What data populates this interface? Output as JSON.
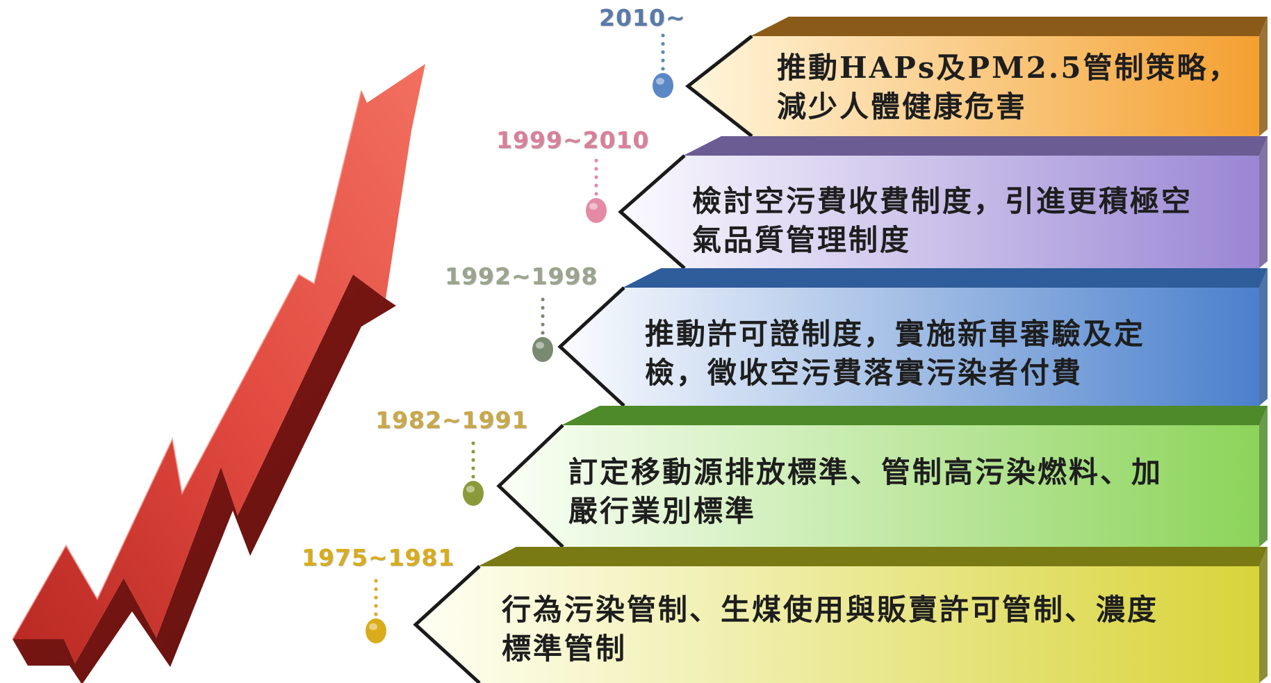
{
  "stages": [
    {
      "year": "2010~",
      "lines": [
        "推動HAPs及PM2.5管制策略，",
        "減少人體健康危害"
      ],
      "band_color": "#8a5a18",
      "grad_start": "#fff6dc",
      "grad_end": "#f4a030",
      "dot_color": "#5b87c6",
      "year_color": "#5a7aa8"
    },
    {
      "year": "1999~2010",
      "lines": [
        "檢討空污費收費制度，引進更積極空",
        "氣品質管理制度"
      ],
      "band_color": "#6b5c94",
      "grad_start": "#fbfaff",
      "grad_end": "#9a86d4",
      "dot_color": "#e48aa4",
      "year_color": "#d8809a"
    },
    {
      "year": "1992~1998",
      "lines": [
        "推動許可證制度，實施新車審驗及定",
        "檢，徵收空污費落實污染者付費"
      ],
      "band_color": "#2f5c9a",
      "grad_start": "#fbfcff",
      "grad_end": "#4a80cc",
      "dot_color": "#7a8a70",
      "year_color": "#9aa48e"
    },
    {
      "year": "1982~1991",
      "lines": [
        "訂定移動源排放標準、管制高污染燃料、加",
        "嚴行業別標準"
      ],
      "band_color": "#4f8a2a",
      "grad_start": "#fbfff7",
      "grad_end": "#8cd45a",
      "dot_color": "#8a9a3a",
      "year_color": "#c8a84a"
    },
    {
      "year": "1975~1981",
      "lines": [
        "行為污染管制、生煤使用與販賣許可管制、濃度",
        "標準管制"
      ],
      "band_color": "#7a7a14",
      "grad_start": "#fffff4",
      "grad_end": "#d8d43a",
      "dot_color": "#d8ac1c",
      "year_color": "#d8ac1c"
    }
  ],
  "arrow": {
    "color": "#e0463c",
    "shadow_color": "#8c1f1a"
  }
}
